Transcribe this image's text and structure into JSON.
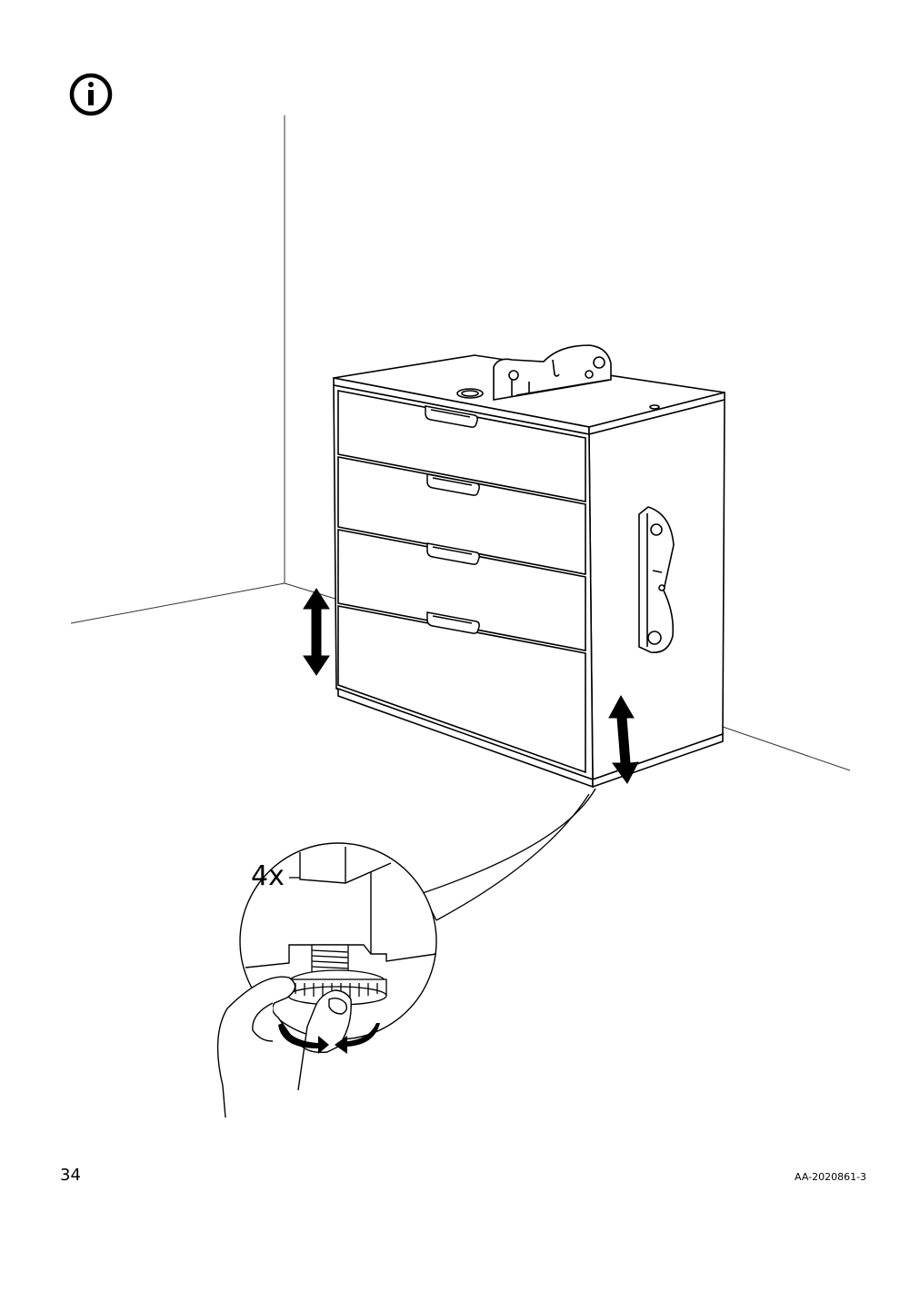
{
  "page": {
    "number": "34",
    "document_code": "AA-2020861-3"
  },
  "illustration": {
    "quantity_label": "4x",
    "icons": [
      "info-icon",
      "spirit-level-icon",
      "up-down-arrow-icon",
      "rotate-arrows-icon"
    ]
  },
  "colors": {
    "line": "#000000",
    "background": "#ffffff",
    "wall_line": "#333333"
  }
}
